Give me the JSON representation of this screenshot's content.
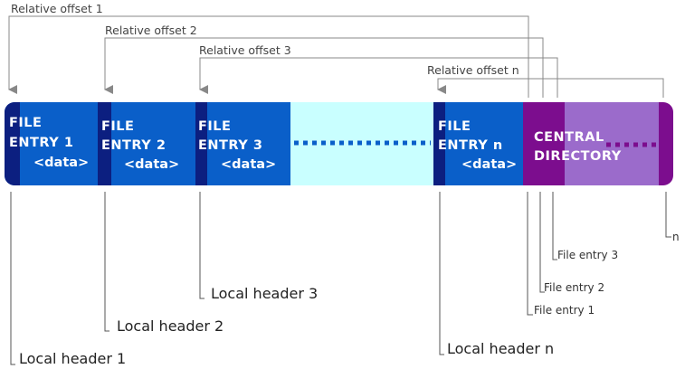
{
  "colors": {
    "entry_blue": "#0a5fc9",
    "header_navy": "#0c1f80",
    "gap_cyan": "#c9ffff",
    "dots_blue": "#0a5fc9",
    "cd_purple": "#7c0d8e",
    "cd_lilac": "#9b6bcb",
    "line_gray": "#888888"
  },
  "entries": [
    {
      "line1": "FILE",
      "line2": "ENTRY 1",
      "line3": "<data>"
    },
    {
      "line1": "FILE",
      "line2": "ENTRY 2",
      "line3": "<data>"
    },
    {
      "line1": "FILE",
      "line2": "ENTRY 3",
      "line3": "<data>"
    },
    {
      "line1": "FILE",
      "line2": "ENTRY n",
      "line3": "<data>"
    }
  ],
  "central_directory": {
    "line1": "CENTRAL",
    "line2": "DIRECTORY"
  },
  "relative_offsets": [
    "Relative offset 1",
    "Relative offset 2",
    "Relative offset 3",
    "Relative offset n"
  ],
  "local_headers": [
    "Local header 1",
    "Local header 2",
    "Local header 3",
    "Local header n"
  ],
  "cd_entries": [
    "File entry 1",
    "File entry 2",
    "File entry 3",
    "n"
  ]
}
